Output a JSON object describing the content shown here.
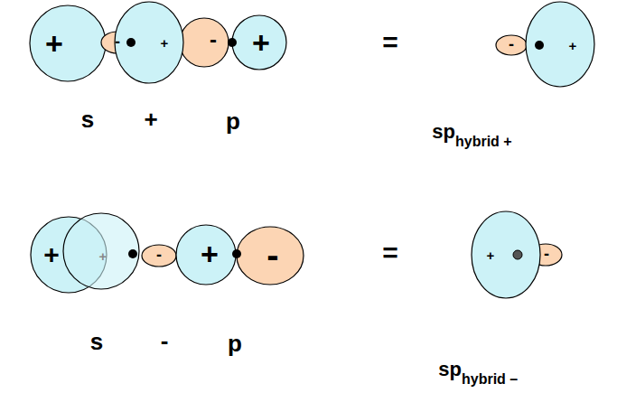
{
  "diagram": {
    "labels": [
      "+",
      "-",
      "+",
      "-",
      "+",
      "=",
      "-",
      "+",
      "s",
      "+",
      "p",
      "sp",
      "hybrid +",
      "+",
      "+",
      "-",
      "+",
      "-",
      "=",
      "+",
      "-",
      "s",
      "-",
      "p",
      "sp",
      "hybrid –"
    ]
  }
}
